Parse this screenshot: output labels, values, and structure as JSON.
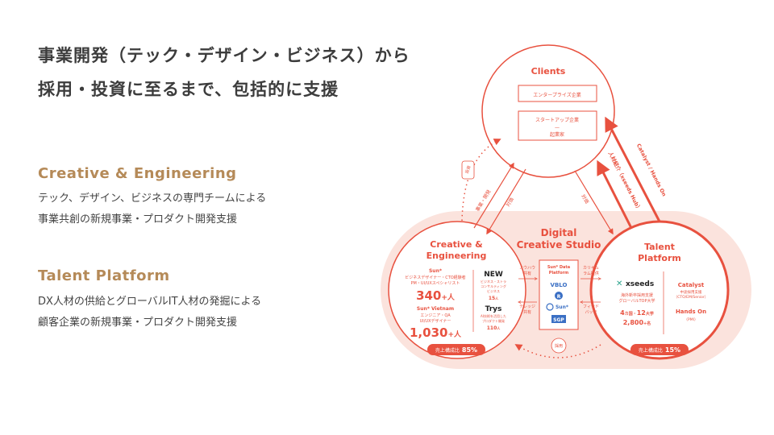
{
  "headline": {
    "line1": "事業開発（テック・デザイン・ビジネス）から",
    "line2": "採用・投資に至るまで、包括的に支援"
  },
  "sections": [
    {
      "title": "Creative & Engineering",
      "line1": "テック、デザイン、ビジネスの専門チームによる",
      "line2": "事業共創の新規事業・プロダクト開発支援"
    },
    {
      "title": "Talent Platform",
      "line1": "DX人材の供給とグローバルIT人材の発掘による",
      "line2": "顧客企業の新規事業・プロダクト開発支援"
    }
  ],
  "diagram": {
    "clients": {
      "title": "Clients",
      "box1": "エンタープライズ企業",
      "box2_line1": "スタートアップ企業",
      "box2_line2": "—",
      "box2_line3": "起業家"
    },
    "studio": {
      "line1": "Digital",
      "line2": "Creative Studio"
    },
    "creative": {
      "title1": "Creative &",
      "title2": "Engineering",
      "sun_label": "Sun*",
      "roles1": "ビジネスデザイナー・CTO経験者",
      "roles2": "PM・UI/UXスペシャリスト",
      "count1": "340",
      "unit": "+人",
      "vietnam_label": "Sun* Vietnam",
      "roles3": "エンジニア・QA",
      "roles4": "UI/UXデザイナー",
      "count2": "1,030",
      "new_logo": "NEW",
      "new_desc1": "ビジネス・ストラ",
      "new_desc2": "コンサルティング",
      "new_desc3": "ビジネス",
      "new_count": "15",
      "new_unit": "人",
      "trys_logo": "Trys",
      "trys_desc1": "AI技術を活用した",
      "trys_desc2": "プロダクト開発",
      "trys_count": "110",
      "trys_unit": "人",
      "ratio_label": "売上構成比",
      "ratio_value": "85%"
    },
    "platform": {
      "title": "Sun* Data",
      "title2": "Platform",
      "logo1": "VBLO",
      "logo2": "R",
      "logo3": "Sun*",
      "logo4": "SGP"
    },
    "talent": {
      "title1": "Talent",
      "title2": "Platform",
      "xseeds": "xseeds",
      "xs_desc1": "海外新卒採用支援",
      "xs_desc2": "グローバルTOP大学",
      "xs_count1": "4",
      "xs_unit1": "カ国・",
      "xs_count2": "12",
      "xs_unit2": "大学",
      "xs_count3": "2,800",
      "xs_unit3": "+名",
      "catalyst": "Catalyst",
      "catalyst_desc1": "中途採用支援",
      "catalyst_desc2": "（CTO/EM/Senior）",
      "handson": "Hands On",
      "handson_desc": "（PMI）",
      "ratio_label": "売上構成比",
      "ratio_value": "15%"
    },
    "arrows": {
      "left_up": "事業・開発",
      "left_down": "対価",
      "right_inner": "対価",
      "right_mid": "人材紹介（xseeds Hub）",
      "right_outer": "Catalyst / Hands On",
      "invest": "投資",
      "saiyo": "採用",
      "knowhow1": "ノウハウ",
      "knowhow2": "共有",
      "career1": "カリキュ",
      "career2": "ラム提供",
      "tech1": "テレッジ",
      "tech2": "共有",
      "feedback1": "フィード",
      "feedback2": "バック"
    }
  }
}
